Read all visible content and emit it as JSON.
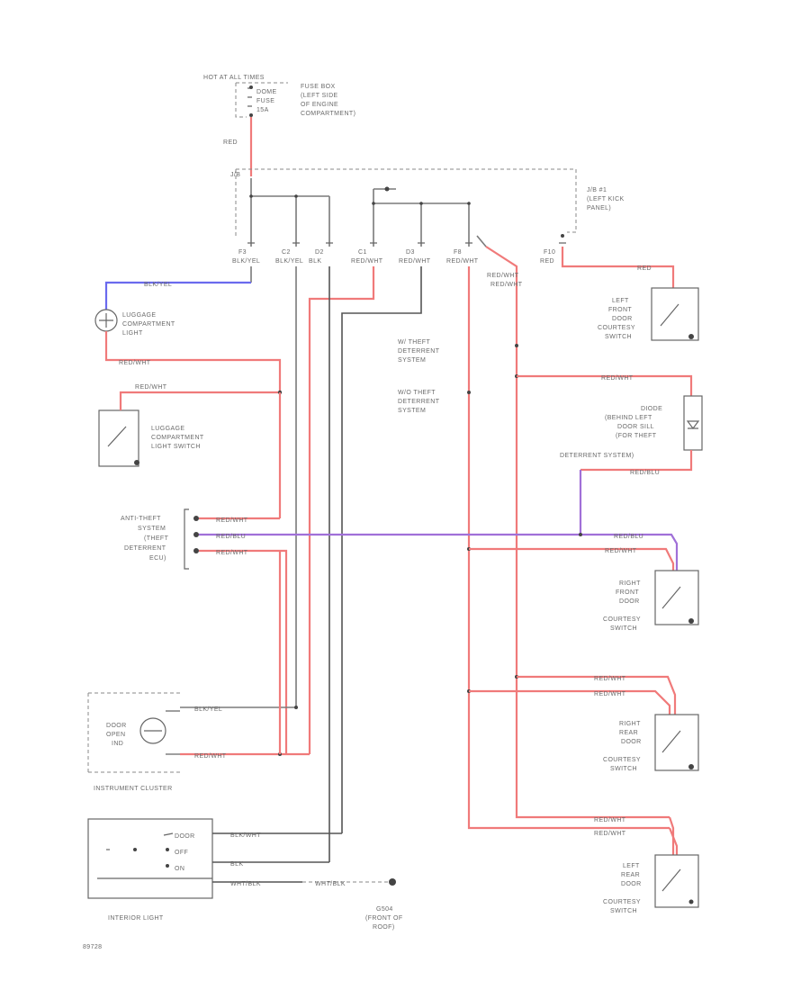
{
  "fuse_block": {
    "label": "HOT AT ALL TIMES",
    "fuse_lines": [
      "DOME",
      "FUSE",
      "15A"
    ],
    "location_lines": [
      "FUSE BOX",
      "(LEFT SIDE",
      "OF ENGINE",
      "COMPARTMENT)"
    ]
  },
  "junction_block": {
    "connector": "J/B",
    "location_lines": [
      "J/B #1",
      "(LEFT KICK",
      "PANEL)"
    ]
  },
  "pins": [
    {
      "id": "F3",
      "color": "BLK/YEL"
    },
    {
      "id": "C2",
      "color": "BLK/YEL"
    },
    {
      "id": "D2",
      "color": "BLK"
    },
    {
      "id": "C1",
      "color": "RED/WHT"
    },
    {
      "id": "D3",
      "color": "RED/WHT"
    },
    {
      "id": "F8",
      "color": "RED/WHT"
    },
    {
      "id": "F10",
      "color": "RED"
    }
  ],
  "wires": {
    "red_top": "RED",
    "fuse_ctrl": "RED/WHT",
    "luggage_blue": "BLK/YEL",
    "luggage_out": "RED/WHT",
    "luggage_switch": "RED/WHT",
    "right_branch": "RED/WHT",
    "red_to_left_front": "RED",
    "right_door_diode_out": "RED/BLU",
    "rf_a": "RED/BLU",
    "rf_b": "RED/WHT",
    "rr_a": "RED/WHT",
    "rr_b": "RED/WHT",
    "lr_a": "RED/WHT",
    "lr_b": "RED/WHT",
    "theft_1": "RED/WHT",
    "theft_2": "RED/BLU",
    "theft_3": "RED/WHT",
    "cluster_1": "BLK/YEL",
    "cluster_2": "RED/WHT",
    "interior_1": "BLK/WHT",
    "interior_2": "BLK",
    "interior_3": "WHT/BLK",
    "ground_wire": "WHT/BLK"
  },
  "components": {
    "luggage_light": [
      "LUGGAGE",
      "COMPARTMENT",
      "LIGHT"
    ],
    "luggage_switch": [
      "LUGGAGE",
      "COMPARTMENT",
      "LIGHT SWITCH"
    ],
    "lf_switch": [
      "LEFT",
      "FRONT",
      "DOOR",
      "COURTESY",
      "SWITCH"
    ],
    "diode": [
      "DIODE",
      "(BEHIND LEFT",
      "DOOR SILL",
      "(FOR THEFT",
      "DETERRENT SYSTEM)"
    ],
    "rf_switch": [
      "RIGHT",
      "FRONT",
      "DOOR",
      "COURTESY",
      "SWITCH"
    ],
    "rr_switch": [
      "RIGHT",
      "REAR",
      "DOOR",
      "COURTESY",
      "SWITCH"
    ],
    "lr_switch": [
      "LEFT",
      "REAR",
      "DOOR",
      "COURTESY",
      "SWITCH"
    ],
    "anti_theft": [
      "ANTI-THEFT",
      "SYSTEM",
      "(THEFT",
      "DETERRENT",
      "ECU)"
    ],
    "door_open_ind": [
      "DOOR",
      "OPEN",
      "IND"
    ],
    "cluster": "INSTRUMENT CLUSTER",
    "interior_light": "INTERIOR LIGHT",
    "interior_positions": [
      "DOOR",
      "OFF",
      "ON"
    ],
    "ground": [
      "G504",
      "(FRONT OF",
      "ROOF)"
    ]
  },
  "notes": {
    "with_theft": [
      "W/ THEFT",
      "DETERRENT",
      "SYSTEM"
    ],
    "without_theft": [
      "W/O THEFT",
      "DETERRENT",
      "SYSTEM"
    ]
  },
  "footer_code": "89728"
}
